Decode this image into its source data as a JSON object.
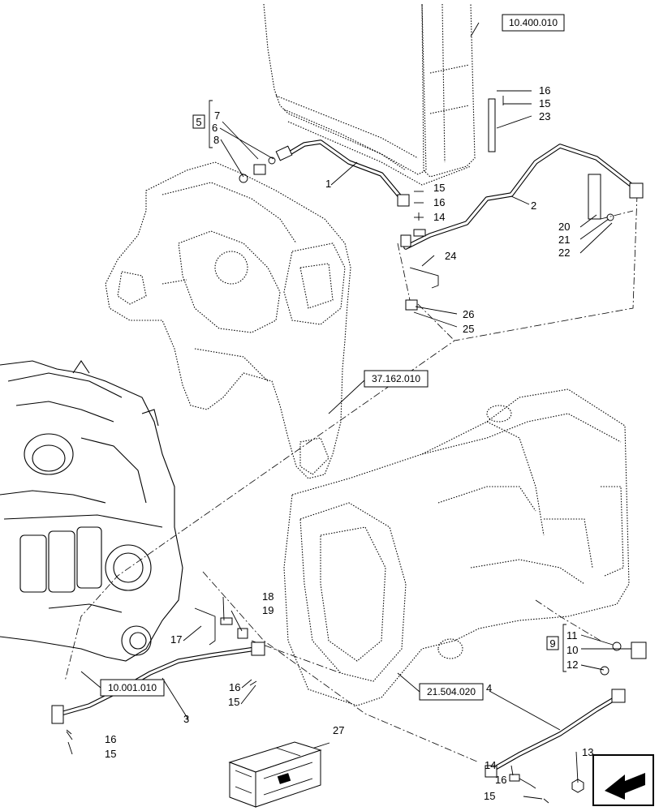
{
  "reference_boxes": {
    "ref_top": "10.400.010",
    "ref_mid": "37.162.010",
    "ref_engine": "10.001.010",
    "ref_trans": "21.504.020"
  },
  "kit_labels": {
    "kit_a": "5",
    "kit_b": "9"
  },
  "callouts": {
    "c1": "1",
    "c2": "2",
    "c3": "3",
    "c4": "4",
    "c6": "6",
    "c7": "7",
    "c8": "8",
    "c10": "10",
    "c11": "11",
    "c12": "12",
    "c13": "13",
    "c14a": "14",
    "c14b": "14",
    "c15a": "15",
    "c15b": "15",
    "c15c": "15",
    "c15d": "15",
    "c15e": "15",
    "c16a": "16",
    "c16b": "16",
    "c16c": "16",
    "c16d": "16",
    "c16e": "16",
    "c17": "17",
    "c18": "18",
    "c19": "19",
    "c20": "20",
    "c21": "21",
    "c22": "22",
    "c23": "23",
    "c24": "24",
    "c25": "25",
    "c26": "26",
    "c27": "27"
  },
  "icons": {
    "nav": "arrow-nav-icon",
    "kit": "parts-kit-crate-icon"
  }
}
